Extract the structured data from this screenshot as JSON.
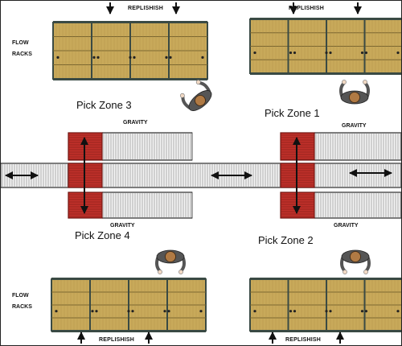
{
  "labels": {
    "replenish": "REPLISHISH",
    "flow": "FLOW",
    "racks": "RACKS",
    "gravity": "GRAVITY"
  },
  "zones": {
    "z1": "Pick Zone 1",
    "z2": "Pick Zone 2",
    "z3": "Pick Zone 3",
    "z4": "Pick Zone 4"
  },
  "icons": [
    "worker-icon",
    "double-arrow-icon",
    "down-arrow-icon",
    "up-arrow-icon"
  ],
  "colors": {
    "rack_wood": "#c8a95a",
    "rack_frame": "#3a4a44",
    "conveyor": "#f4f4f4",
    "roller": "#9a9a9a",
    "pallet_red": "#c0302a",
    "worker_head": "#b07a44",
    "worker_shirt": "#555555"
  }
}
